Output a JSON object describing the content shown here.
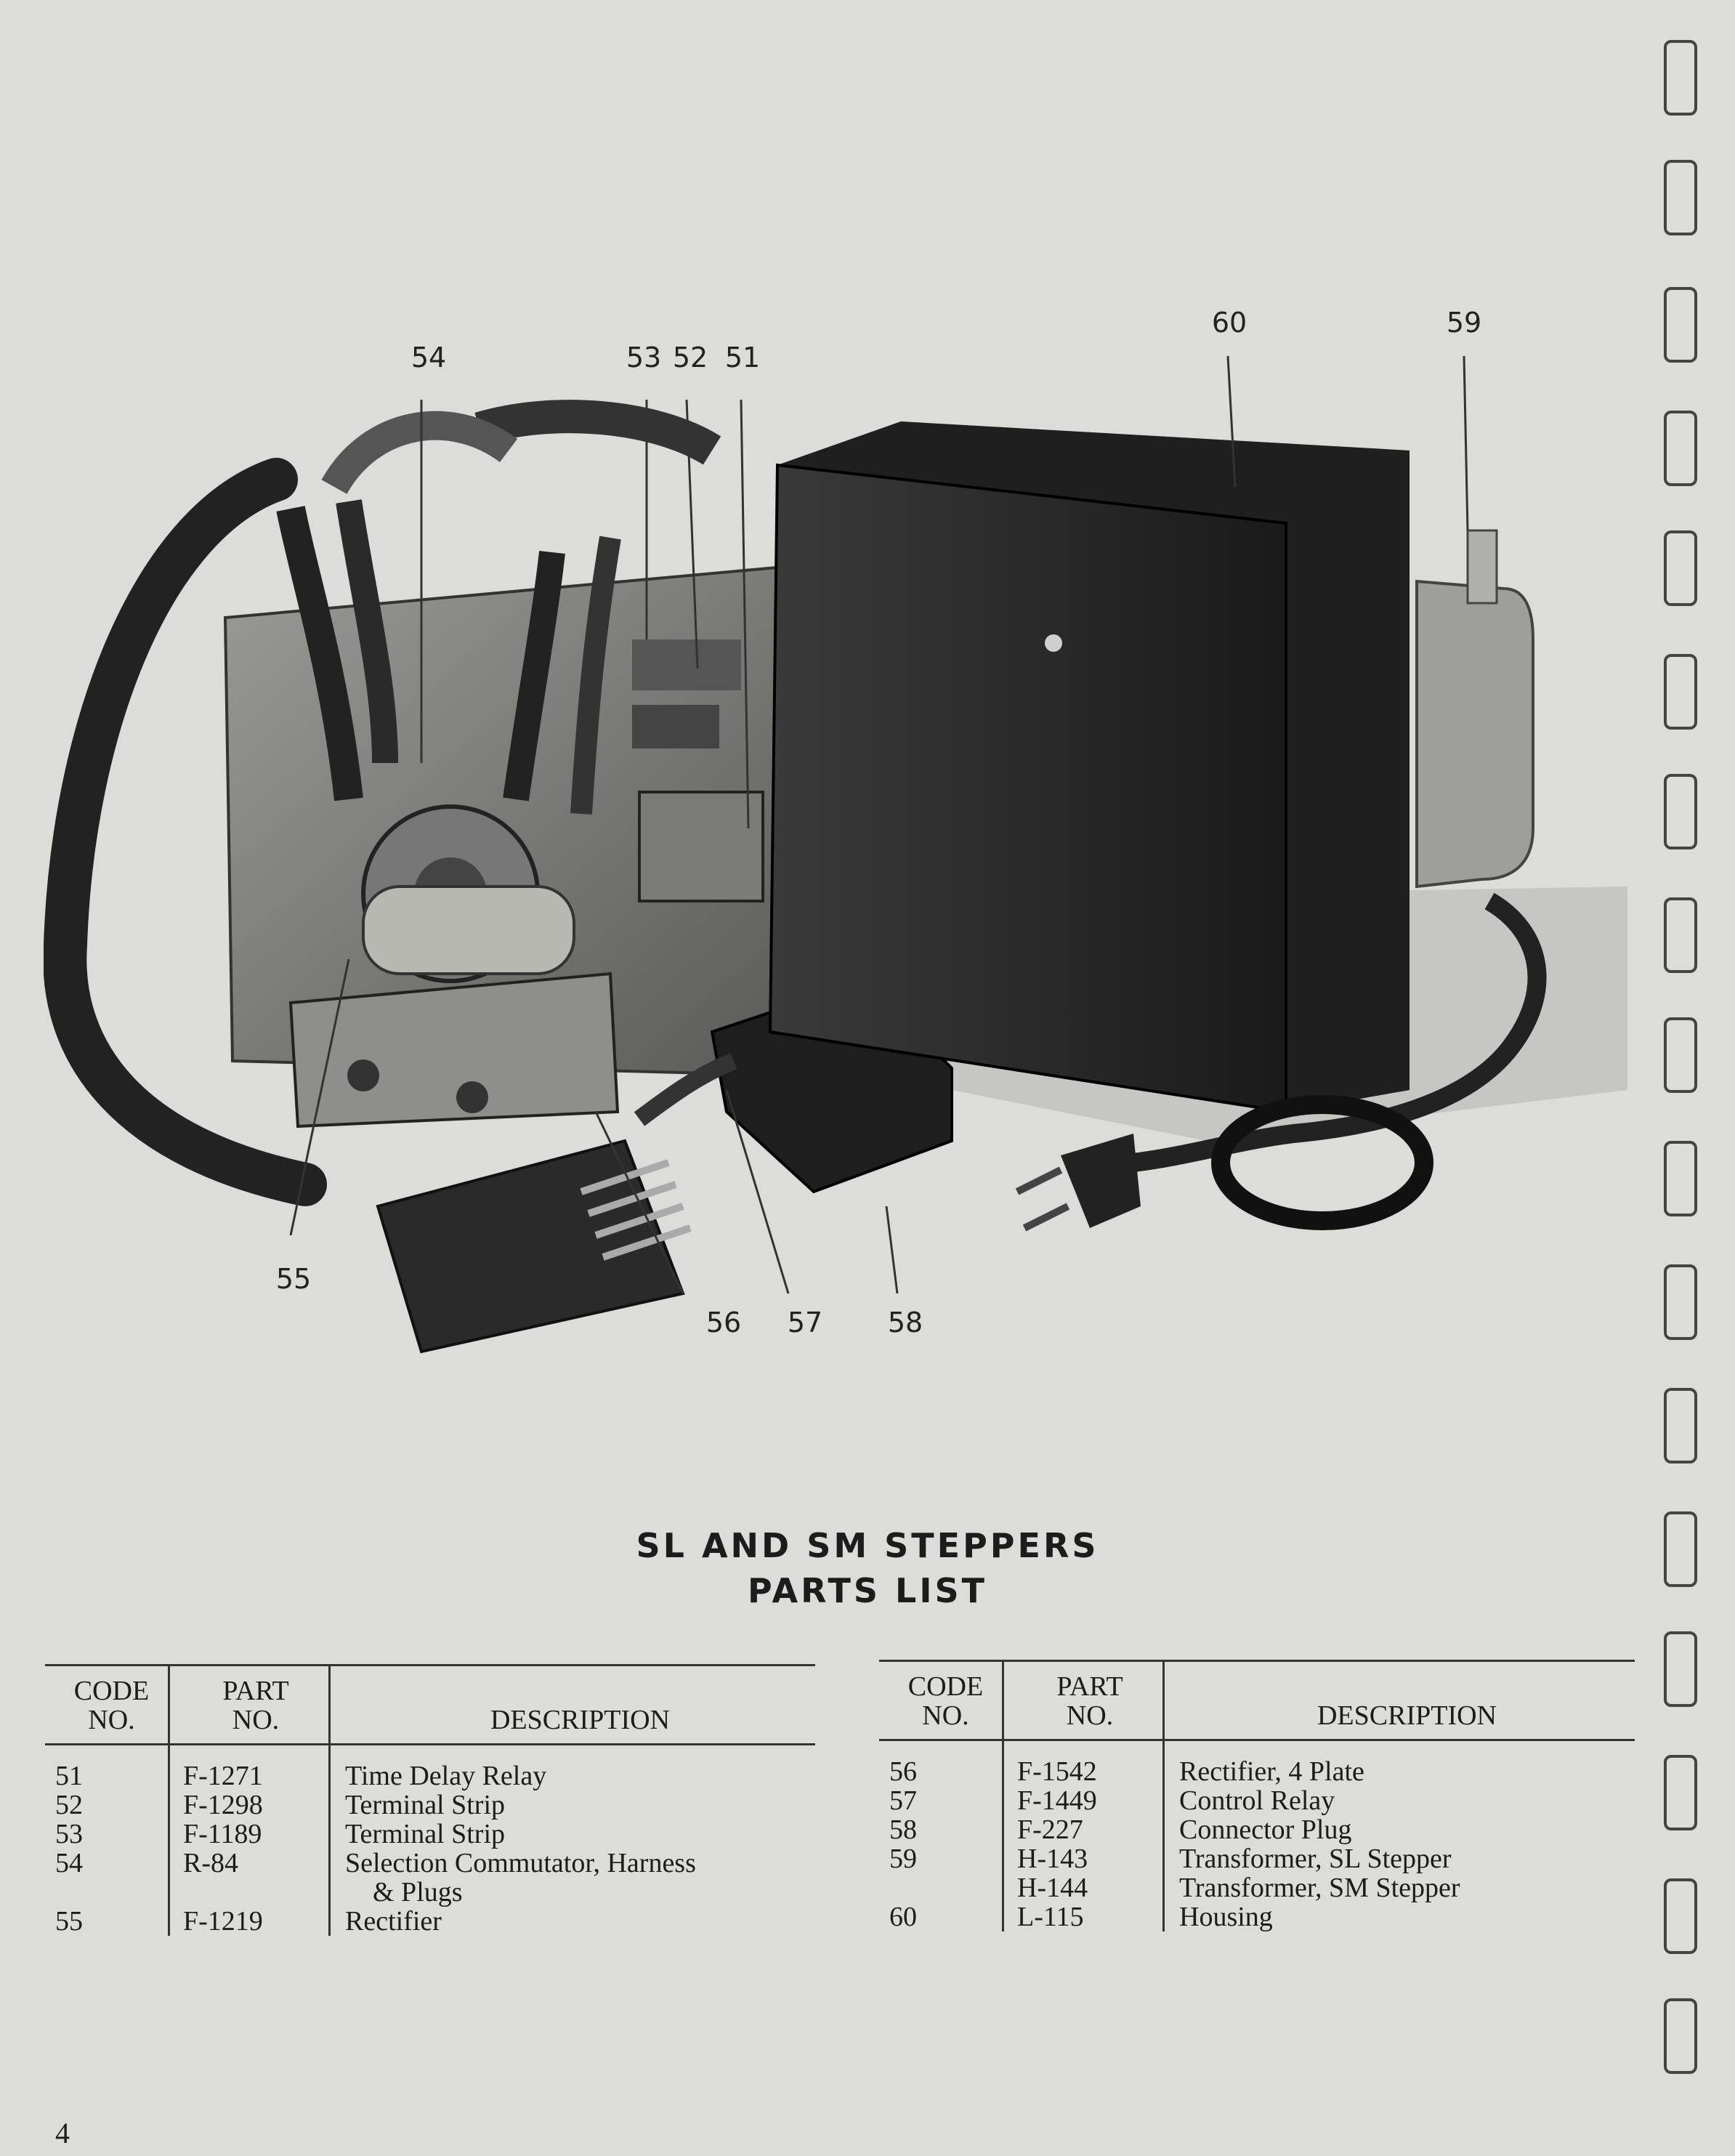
{
  "figure": {
    "callouts": {
      "c51": "51",
      "c52": "52",
      "c53": "53",
      "c54": "54",
      "c55": "55",
      "c56": "56",
      "c57": "57",
      "c58": "58",
      "c59": "59",
      "c60": "60"
    }
  },
  "title": {
    "line1": "SL AND SM STEPPERS",
    "line2": "PARTS LIST"
  },
  "table_left": {
    "headers": {
      "code": "CODE\nNO.",
      "part": "PART\nNO.",
      "description": "DESCRIPTION"
    },
    "rows": [
      {
        "code": "51",
        "part": "F-1271",
        "description": "Time Delay Relay"
      },
      {
        "code": "52",
        "part": "F-1298",
        "description": "Terminal Strip"
      },
      {
        "code": "53",
        "part": "F-1189",
        "description": "Terminal Strip"
      },
      {
        "code": "54",
        "part": "R-84",
        "description": "Selection Commutator, Harness\n    & Plugs"
      },
      {
        "code": "55",
        "part": "F-1219",
        "description": "Rectifier"
      }
    ]
  },
  "table_right": {
    "headers": {
      "code": "CODE\nNO.",
      "part": "PART\nNO.",
      "description": "DESCRIPTION"
    },
    "rows": [
      {
        "code": "56",
        "part": "F-1542",
        "description": "Rectifier, 4 Plate"
      },
      {
        "code": "57",
        "part": "F-1449",
        "description": "Control Relay"
      },
      {
        "code": "58",
        "part": "F-227",
        "description": "Connector Plug"
      },
      {
        "code": "59",
        "part": "H-143",
        "description": "Transformer, SL Stepper"
      },
      {
        "code": "",
        "part": "H-144",
        "description": "Transformer, SM Stepper"
      },
      {
        "code": "60",
        "part": "L-115",
        "description": "Housing"
      }
    ]
  },
  "page_number": "4",
  "colors": {
    "paper": "#dcdcd9",
    "ink": "#1c1c1c"
  }
}
